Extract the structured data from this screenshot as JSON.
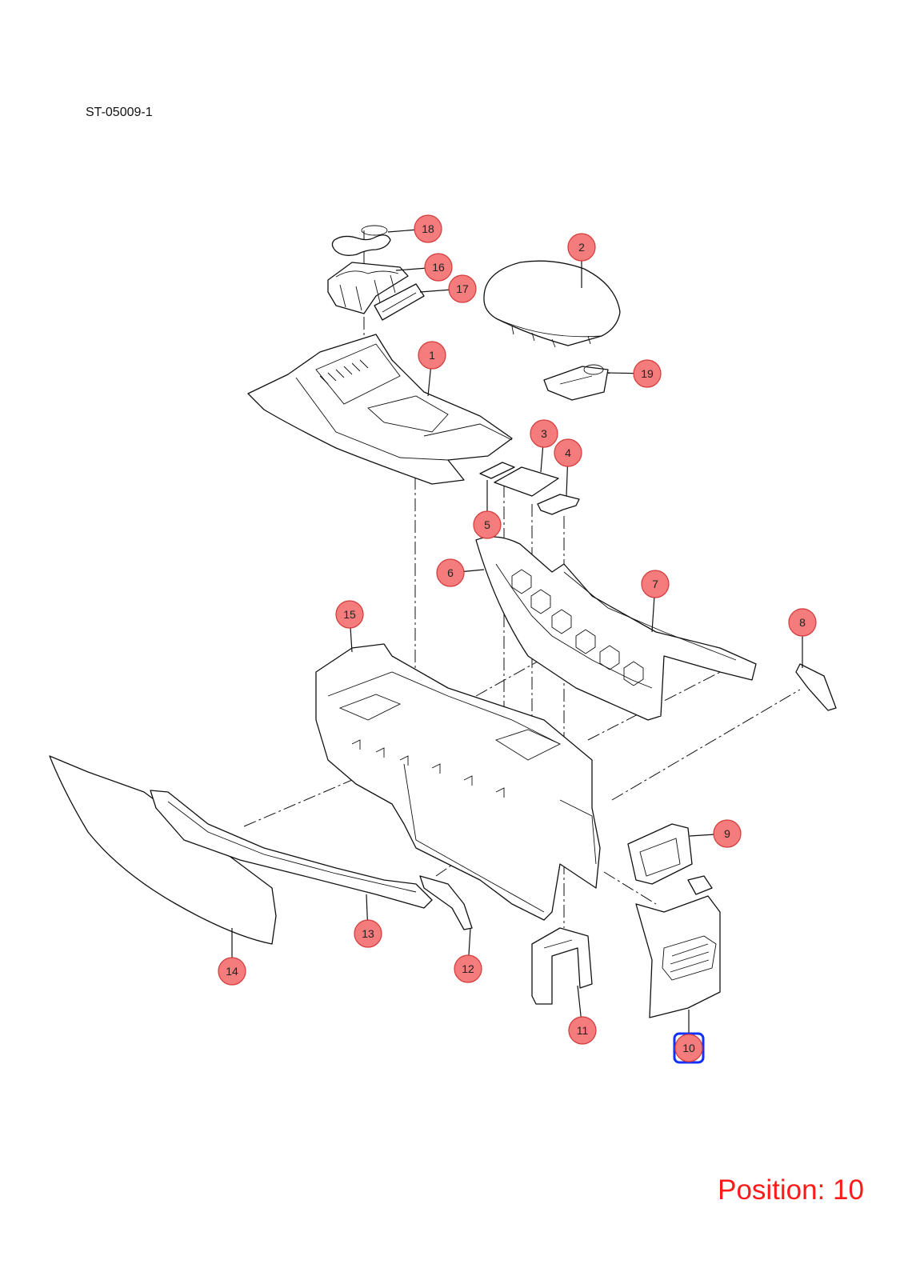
{
  "diagram_code": "ST-05009-1",
  "position_label": "Position: 10",
  "highlight_color": "#1030ff",
  "callout_color": "#f47c7c",
  "highlighted_callout": "10",
  "callouts": [
    {
      "id": "c1",
      "label": "1"
    },
    {
      "id": "c2",
      "label": "2"
    },
    {
      "id": "c3",
      "label": "3"
    },
    {
      "id": "c4",
      "label": "4"
    },
    {
      "id": "c5",
      "label": "5"
    },
    {
      "id": "c6",
      "label": "6"
    },
    {
      "id": "c7",
      "label": "7"
    },
    {
      "id": "c8",
      "label": "8"
    },
    {
      "id": "c9",
      "label": "9"
    },
    {
      "id": "c10",
      "label": "10"
    },
    {
      "id": "c11",
      "label": "11"
    },
    {
      "id": "c12",
      "label": "12"
    },
    {
      "id": "c13",
      "label": "13"
    },
    {
      "id": "c14",
      "label": "14"
    },
    {
      "id": "c15",
      "label": "15"
    },
    {
      "id": "c16",
      "label": "16"
    },
    {
      "id": "c17",
      "label": "17"
    },
    {
      "id": "c18",
      "label": "18"
    },
    {
      "id": "c19",
      "label": "19"
    }
  ]
}
